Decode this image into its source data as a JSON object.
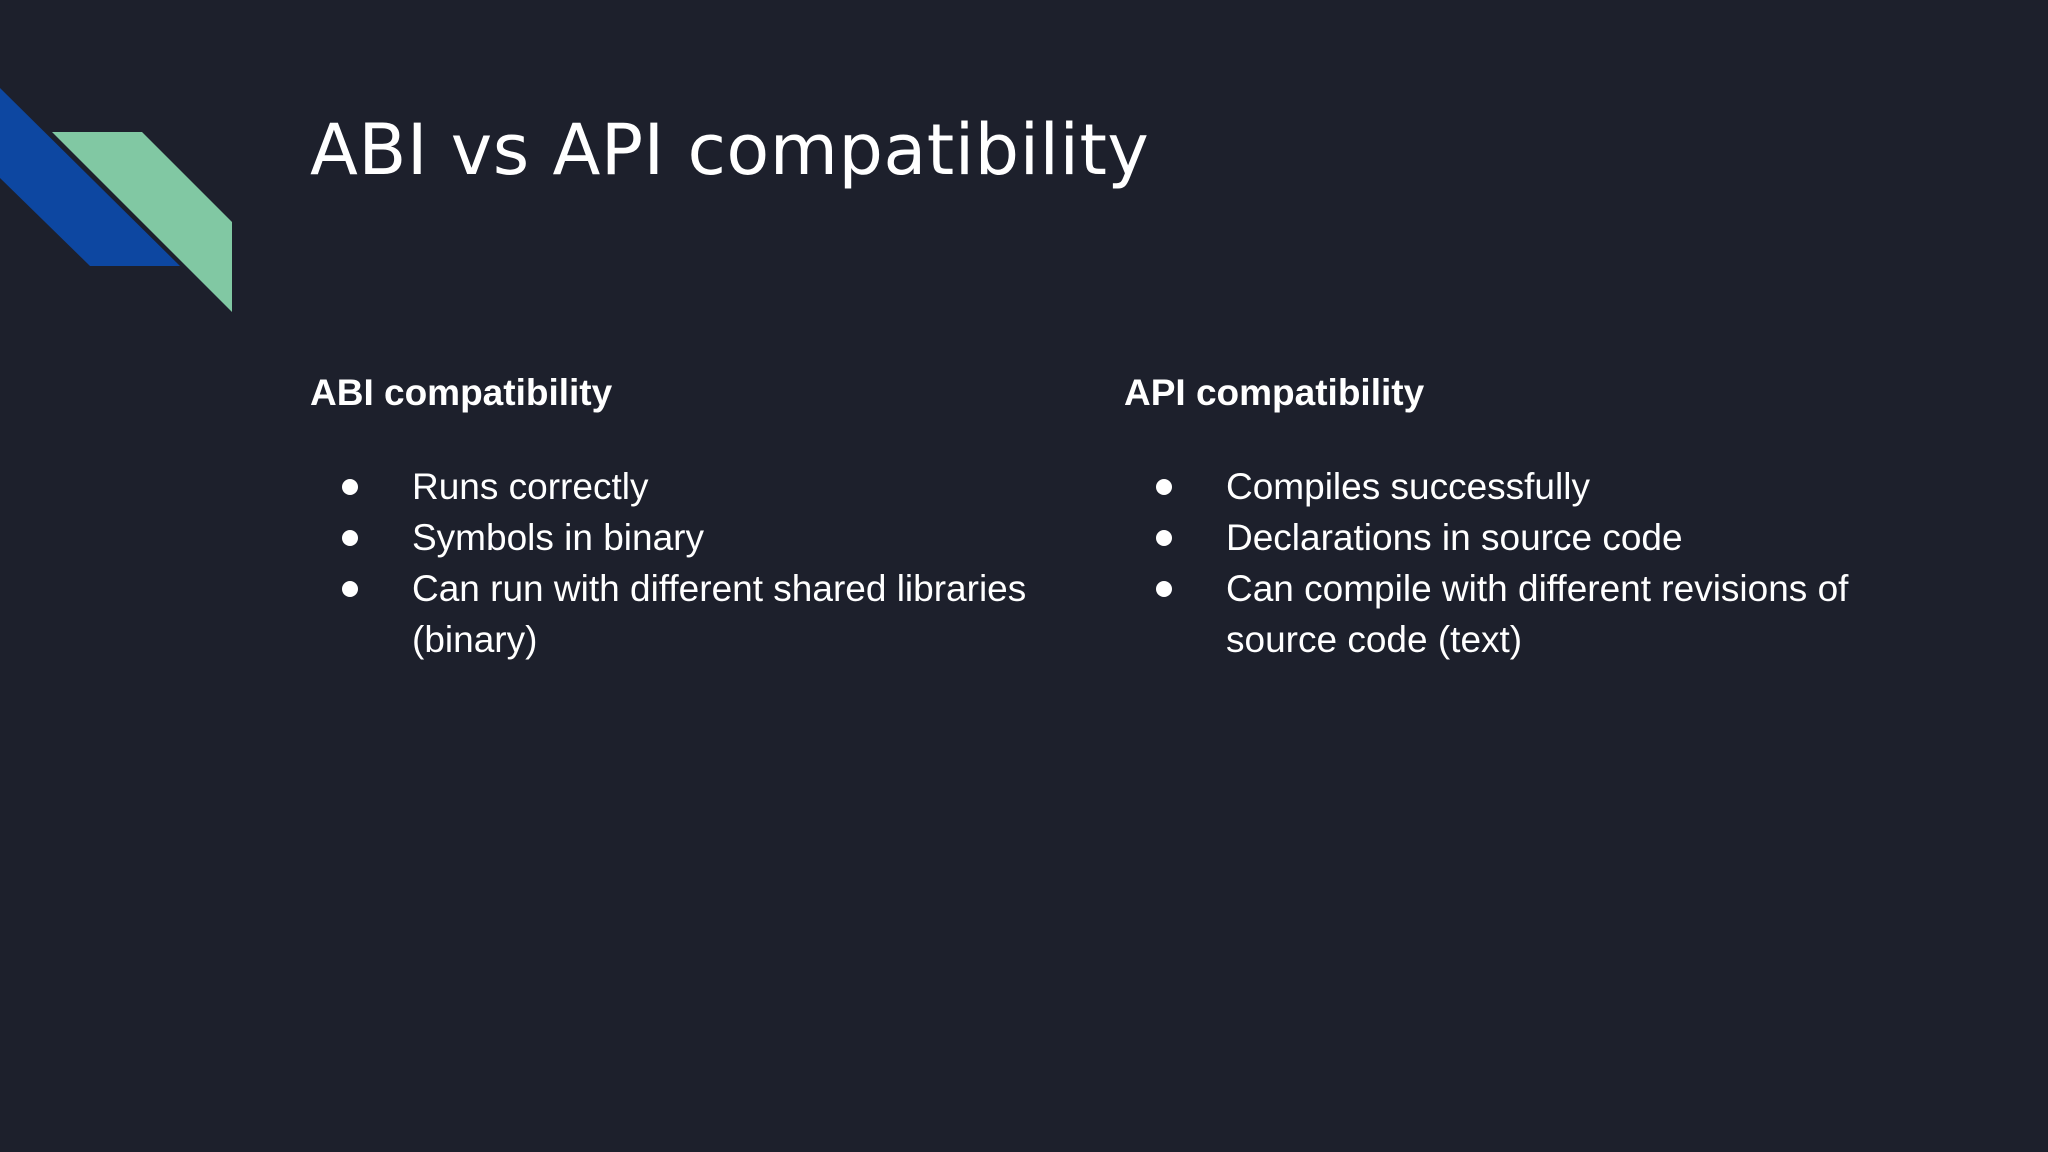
{
  "slide": {
    "title": "ABI vs API compatibility",
    "colors": {
      "background": "#1d202c",
      "text": "#ffffff",
      "decor_blue": "#0d47a1",
      "decor_green": "#81c8a3"
    },
    "decor_icon": "diagonal-ribbon-decoration",
    "bullet_icon": "filled-circle-bullet",
    "columns": [
      {
        "heading": "ABI compatibility",
        "bullets": [
          "Runs correctly",
          "Symbols in binary",
          "Can run with different shared libraries (binary)"
        ]
      },
      {
        "heading": "API compatibility",
        "bullets": [
          "Compiles successfully",
          "Declarations in source code",
          "Can compile with different revisions of source code (text)"
        ]
      }
    ]
  }
}
